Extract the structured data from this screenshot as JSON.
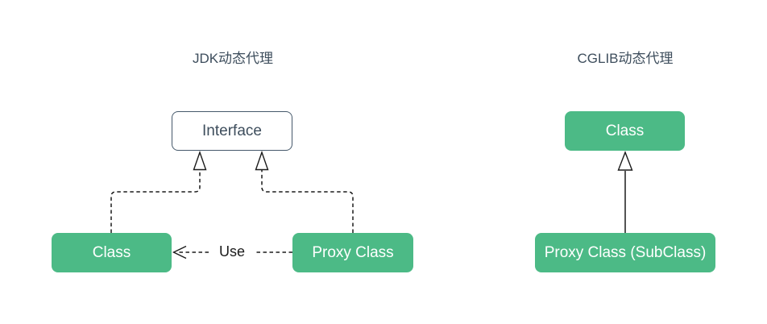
{
  "page": {
    "background": "#ffffff"
  },
  "colors": {
    "node-fill": "#4cba86",
    "node-text": "#ffffff",
    "interface-fill": "#ffffff",
    "interface-border": "#46596b",
    "heading-text": "#3d4d5c",
    "connector-line": "#1b1b1b",
    "edge-label-text": "#1b1b1b"
  },
  "left_diagram": {
    "title": "JDK动态代理",
    "nodes": [
      {
        "id": "interface",
        "label": "Interface",
        "shape": "rounded-rect-outline"
      },
      {
        "id": "class",
        "label": "Class",
        "shape": "rounded-rect-green"
      },
      {
        "id": "proxy-class",
        "label": "Proxy Class",
        "shape": "rounded-rect-green"
      }
    ],
    "edges": [
      {
        "from": "class",
        "to": "interface",
        "style": "dashed",
        "arrowhead": "hollow-triangle"
      },
      {
        "from": "proxy-class",
        "to": "interface",
        "style": "dashed",
        "arrowhead": "hollow-triangle"
      },
      {
        "from": "proxy-class",
        "to": "class",
        "style": "dashed",
        "arrowhead": "open",
        "label": "Use"
      }
    ]
  },
  "right_diagram": {
    "title": "CGLIB动态代理",
    "nodes": [
      {
        "id": "class",
        "label": "Class",
        "shape": "rounded-rect-green"
      },
      {
        "id": "proxy-subclass",
        "label": "Proxy Class (SubClass)",
        "shape": "rounded-rect-green"
      }
    ],
    "edges": [
      {
        "from": "proxy-subclass",
        "to": "class",
        "style": "solid",
        "arrowhead": "hollow-triangle"
      }
    ]
  }
}
